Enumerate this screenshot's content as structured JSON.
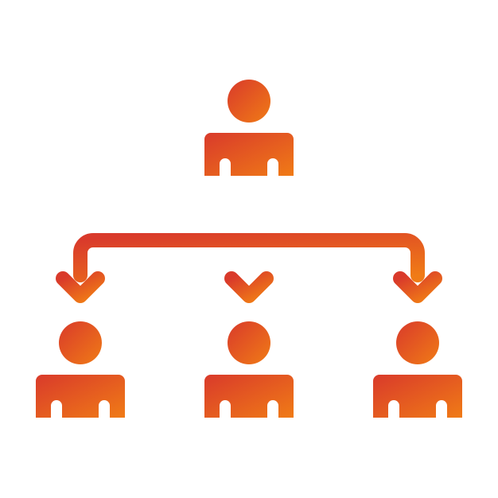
{
  "icon": {
    "name": "organization-hierarchy-icon",
    "gradient_start": "#D93A2B",
    "gradient_end": "#F07B16",
    "background": "#ffffff"
  },
  "nodes": [
    {
      "name": "top-person-icon",
      "role": "root"
    },
    {
      "name": "left-person-icon",
      "role": "child"
    },
    {
      "name": "center-person-icon",
      "role": "child"
    },
    {
      "name": "right-person-icon",
      "role": "child"
    }
  ],
  "connectors": [
    {
      "name": "left-arrow-icon"
    },
    {
      "name": "center-arrow-icon"
    },
    {
      "name": "right-arrow-icon"
    }
  ]
}
